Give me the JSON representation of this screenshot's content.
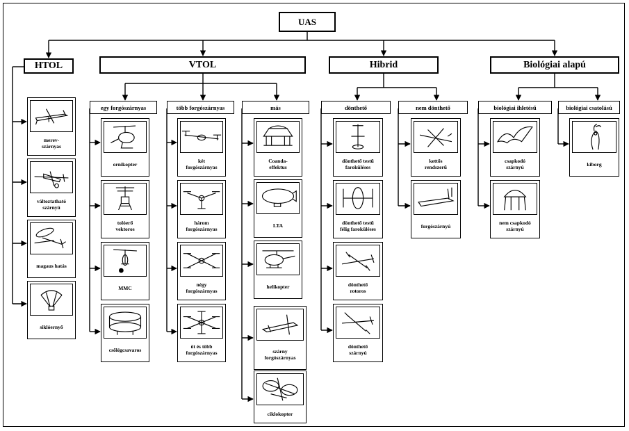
{
  "root": "UAS",
  "categories": {
    "htol": "HTOL",
    "vtol": "VTOL",
    "hibrid": "Hibrid",
    "bio": "Biológiai alapú"
  },
  "subcategories": {
    "egy": "egy forgószárnyas",
    "tobb": "több forgószárnyas",
    "mas": "más",
    "donth": "dönthető",
    "nemdonth": "nem dönthető",
    "bioihl": "biológiai ihletésű",
    "biocsat": "biológiai csatolású"
  },
  "leaves": {
    "merev": "merev-\nszárnyas",
    "valtoz": "változtatható\nszárnyú",
    "magaus": "magaus hatás",
    "sikloerny": "siklóernyő",
    "ornikopter": "ornikopter",
    "toloero": "tolóerő\nvektoros",
    "mmc": "MMC",
    "csolegcs": "csőlégcsavaros",
    "ketforg": "két\nforgószárnyas",
    "haromforg": "három\nforgószárnyas",
    "negyforg": "négy\nforgószárnyas",
    "otforg": "öt és több\nforgószárnyas",
    "coanda": "Coanda-\neffektus",
    "lta": "LTA",
    "helikopter": "helikopter",
    "szarnyforg": "szárny\nforgószárnyas",
    "ciklo": "ciklokopter",
    "dtfarok": "dönthető testű\nfaroküléses",
    "dtfelig": "dönthető testű\nfélig faroküléses",
    "drotor": "dönthető\nrotoros",
    "dszarny": "dönthető\nszárnyú",
    "kettos": "kettős\nrendszerű",
    "forgoszarnyu": "forgószárnyú",
    "csapkodo": "csapkodó\nszárnyú",
    "nemcsapkodo": "nem csapkodó\nszárnyú",
    "kiborg": "kiborg"
  }
}
